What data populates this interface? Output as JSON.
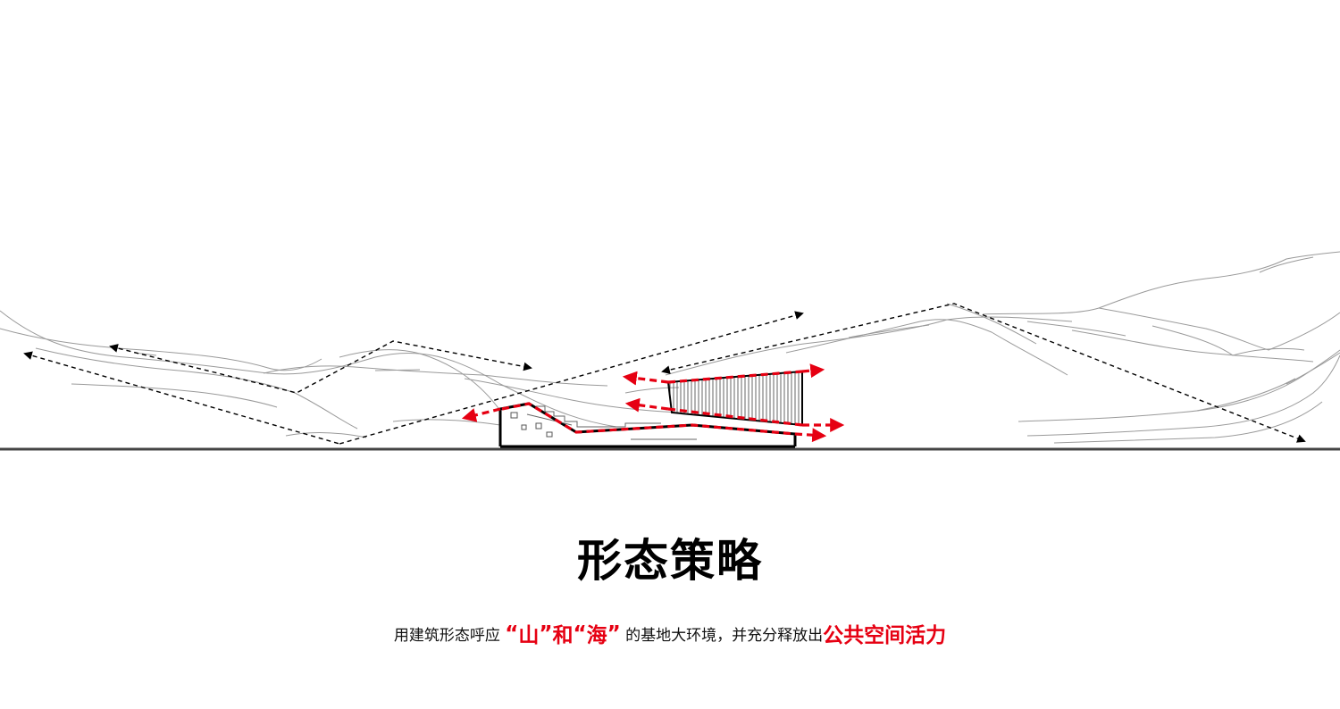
{
  "title": "形态策略",
  "caption": {
    "pre": "用建筑形态呼应",
    "q1_open": "“",
    "word1": "山",
    "q1_close": "”",
    "conj": "和",
    "q2_open": "“",
    "word2": "海",
    "q2_close": "”",
    "mid": "的基地大环境，并充分释放出",
    "emphasis": "公共空间活力"
  },
  "colors": {
    "accent": "#e60012",
    "line": "#000000",
    "sketch": "#9a9a9a",
    "ground": "#444444"
  }
}
